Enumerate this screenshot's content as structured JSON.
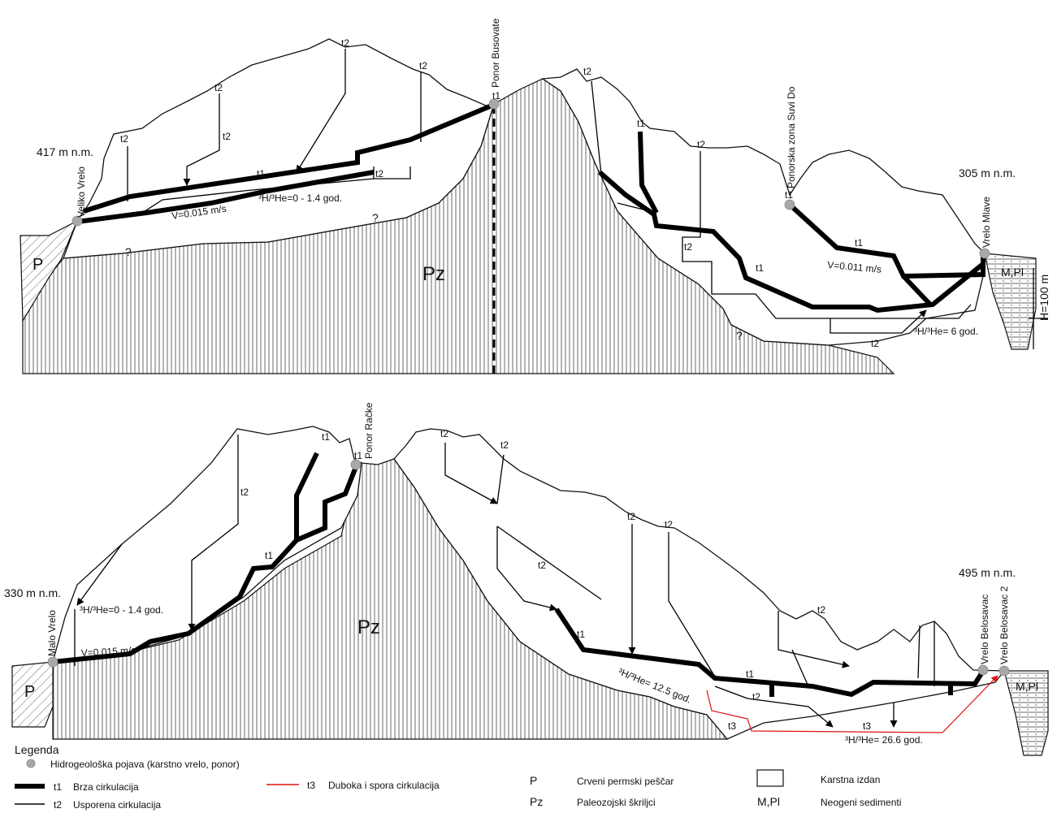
{
  "top_profile": {
    "elev_left": "417 m n.m.",
    "elev_right": "305 m n.m.",
    "spring_left": "Veliko Vrelo",
    "ponor_mid": "Ponor Busovate",
    "ponor_zone": "Ponorska zona Suvi Do",
    "spring_right": "Vrelo Mlave",
    "velocity_left": "V=0.015 m/s",
    "velocity_right": "V=0.011 m/s",
    "age_left": "³H/³He=0 - 1.4 god.",
    "age_right": "³H/³He= 6 god.",
    "rock_p": "P",
    "rock_pz": "Pz",
    "rock_mpl": "M,Pl",
    "scale": "H=100 m",
    "t1": "t1",
    "t2": "t2",
    "q": "?"
  },
  "bottom_profile": {
    "elev_left": "330 m n.m.",
    "elev_right": "495 m n.m.",
    "spring_left": "Malo Vrelo",
    "ponor_mid": "Ponor Račke",
    "spring_right_1": "Vrelo Belosavac",
    "spring_right_2": "Vrelo Belosavac 2",
    "velocity_left": "V=0.015 m/s",
    "age_left": "³H/³He=0 - 1.4 god.",
    "age_mid": "³H/³He= 12.5 god.",
    "age_right": "³H/³He= 26.6 god.",
    "rock_p": "P",
    "rock_pz": "Pz",
    "rock_mpl": "M,Pl",
    "t1": "t1",
    "t2": "t2",
    "t3": "t3"
  },
  "legend": {
    "title": "Legenda",
    "items": [
      {
        "key": "",
        "label": "Hidrogeološka pojava (karstno vrelo, ponor)"
      },
      {
        "key": "t1",
        "label": "Brza cirkulacija"
      },
      {
        "key": "t2",
        "label": "Usporena cirkulacija"
      },
      {
        "key": "t3",
        "label": "Duboka i spora cirkulacija"
      },
      {
        "key": "P",
        "label": "Crveni permski peščar"
      },
      {
        "key": "Pz",
        "label": "Paleozojski škriljci"
      },
      {
        "key": "",
        "label": "Karstna izdan"
      },
      {
        "key": "M,Pl",
        "label": "Neogeni sedimenti"
      }
    ]
  },
  "colors": {
    "fast": "#000000",
    "deep": "#dd1111",
    "spring": "#a8a8a8"
  }
}
